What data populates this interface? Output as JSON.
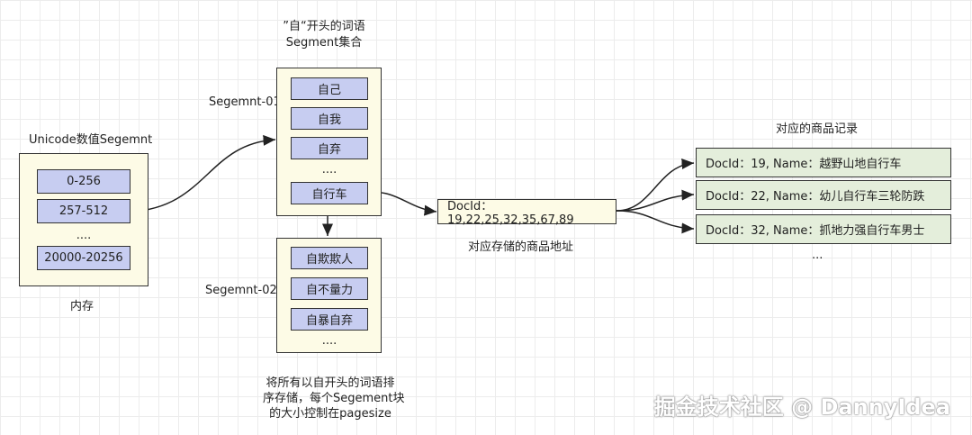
{
  "unicode": {
    "title": "Unicode数值Segemnt",
    "cells": [
      "0-256",
      "257-512",
      "....",
      "20000-20256"
    ],
    "caption": "内存"
  },
  "segment_header": {
    "line1": "”自“开头的词语",
    "line2": "Segment集合"
  },
  "seg01": {
    "label": "Segemnt-01",
    "cells": [
      "自己",
      "自我",
      "自弃",
      "....",
      "自行车"
    ]
  },
  "seg02": {
    "label": "Segemnt-02",
    "cells": [
      "自欺欺人",
      "自不量力",
      "自暴自弃",
      "...."
    ]
  },
  "seg_note": {
    "line1": "将所有以自开头的词语排",
    "line2": "序存储，每个Segement块",
    "line3": "的大小控制在pagesize"
  },
  "docids": {
    "value": "DocId：19,22,25,32,35,67,89",
    "caption": "对应存储的商品地址"
  },
  "records": {
    "title": "对应的商品记录",
    "items": [
      "DocId：19, Name：越野山地自行车",
      "DocId：22, Name：幼儿自行车三轮防跌",
      "DocId：32, Name：抓地力强自行车男士"
    ],
    "more": "..."
  },
  "watermark": "掘金技术社区 @ DannyIdea",
  "colors": {
    "panel": "#fdfbe6",
    "cell": "#c7cdf1",
    "record": "#e4eedb",
    "stroke": "#333333"
  }
}
